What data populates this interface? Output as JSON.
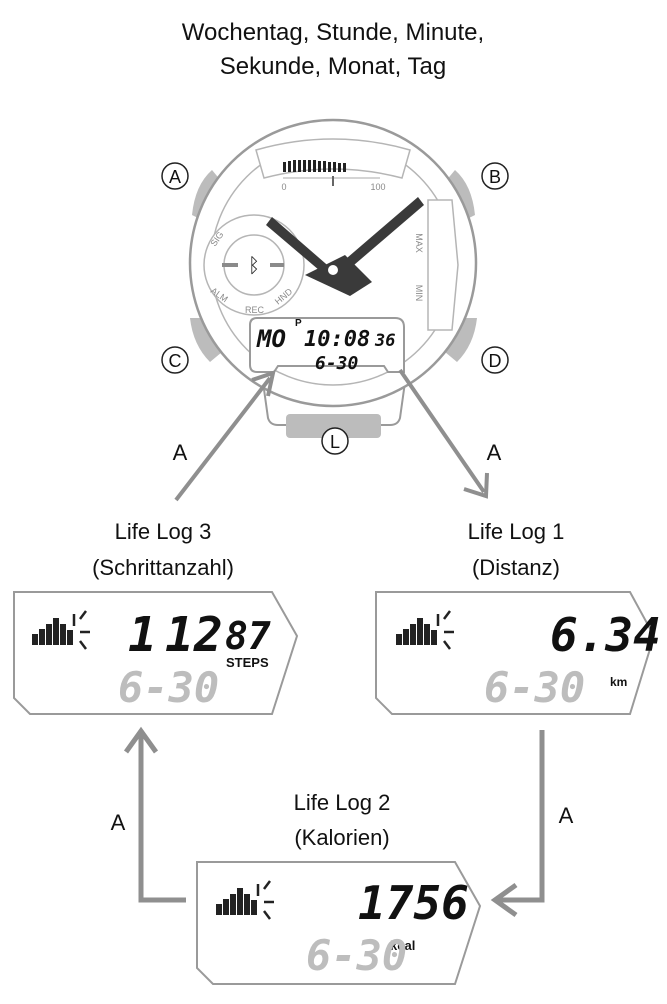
{
  "header": {
    "line1": "Wochentag, Stunde, Minute,",
    "line2": "Sekunde, Monat, Tag"
  },
  "watch": {
    "buttons": {
      "a": "A",
      "b": "B",
      "c": "C",
      "d": "D",
      "l": "L"
    },
    "gauge": {
      "min": "0",
      "max": "100"
    },
    "ring_labels": {
      "sig": "SIG",
      "alm": "ALM",
      "rec": "REC",
      "hnd": "HND"
    },
    "side_labels": {
      "max": "MAX",
      "min": "MIN"
    },
    "display": {
      "weekday": "MO",
      "pm": "P",
      "time": "10:08",
      "seconds": "36",
      "date": "6-30"
    }
  },
  "arrows": {
    "a_left": "A",
    "a_right": "A",
    "a_bottom_left": "A",
    "a_bottom_right": "A"
  },
  "screens": {
    "log3": {
      "title1": "Life Log 3",
      "title2": "(Schrittanzahl)",
      "value_a": "1",
      "value_b": "12",
      "value_c": "87",
      "unit": "STEPS",
      "date": "6-30"
    },
    "log1": {
      "title1": "Life Log 1",
      "title2": "(Distanz)",
      "value": "6.34",
      "unit": "km",
      "date": "6-30"
    },
    "log2": {
      "title1": "Life Log 2",
      "title2": "(Kalorien)",
      "value": "1756",
      "unit": "kcal",
      "date": "6-30"
    }
  },
  "colors": {
    "arrow": "#8f8f8f",
    "outline": "#9a9a9a",
    "dark": "#3a3a3a",
    "dim_digit": "#bdbdbd"
  }
}
